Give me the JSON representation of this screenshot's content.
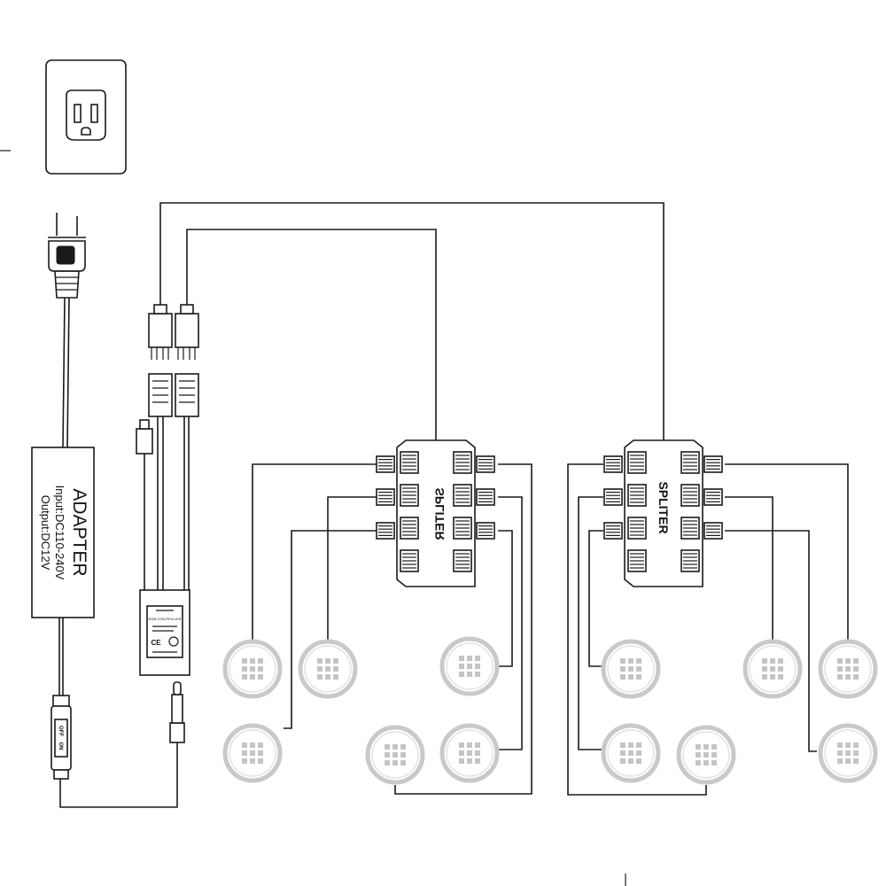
{
  "adapter": {
    "title": "ADAPTER",
    "input": "Input:DC110-240V",
    "output": "Output:DC12V"
  },
  "inline_switch": {
    "off_label": "OFF",
    "on_label": "ON"
  },
  "controller": {
    "ce_mark": "CE",
    "brand_line": "RGB CONTROLLER"
  },
  "splitters": [
    {
      "label": "SPLITER",
      "mirrored": true
    },
    {
      "label": "SPLITER",
      "mirrored": false
    }
  ],
  "colors": {
    "line": "#1a1a1a",
    "light_ring": "#c9c9c9",
    "light_dots": "#c4c4c4"
  }
}
